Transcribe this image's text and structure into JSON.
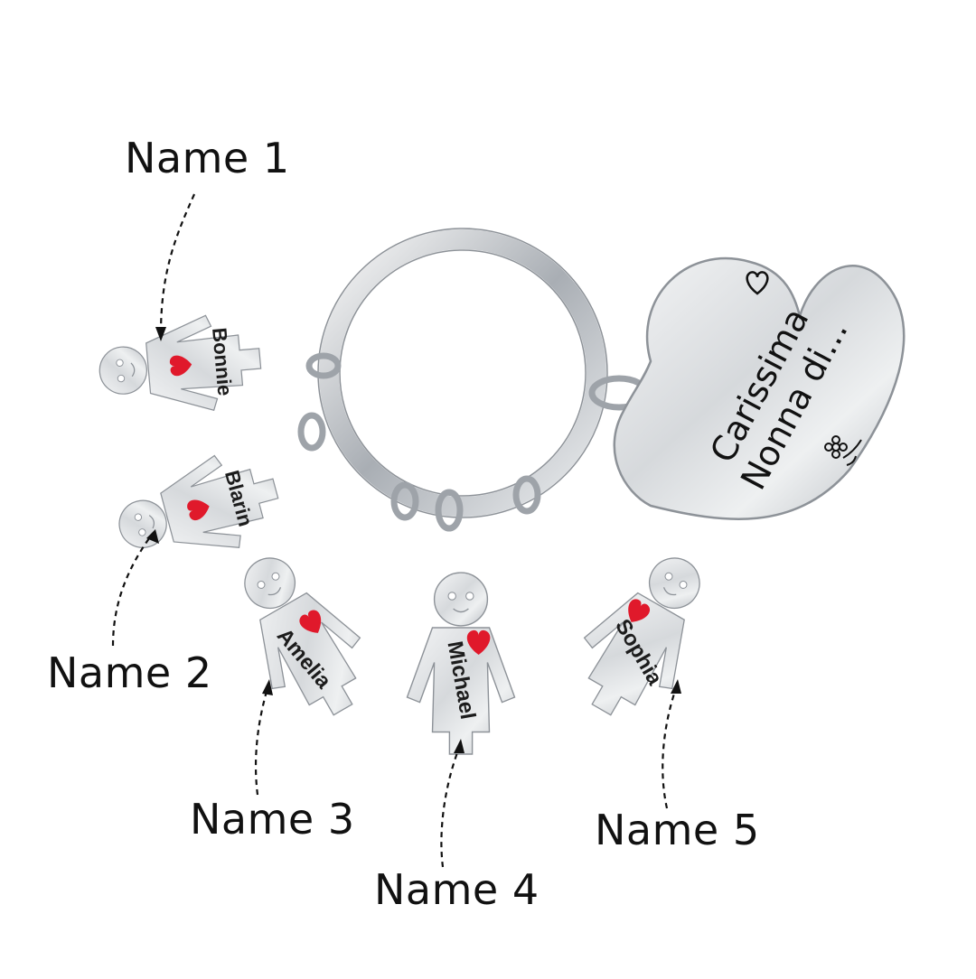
{
  "callouts": {
    "name1": "Name 1",
    "name2": "Name 2",
    "name3": "Name 3",
    "name4": "Name 4",
    "name5": "Name 5"
  },
  "charms": {
    "kid1": "Bonnie",
    "kid2": "Blarin",
    "kid3": "Amelia",
    "kid4": "Michael",
    "kid5": "Sophia"
  },
  "heart_tag": {
    "line1": "Carissima",
    "line2": "Nonna di..."
  },
  "colors": {
    "background": "#ffffff",
    "steel": "#d9dcdf",
    "steel_edge": "#8d9298",
    "heart_red": "#e0192b",
    "text": "#111111"
  }
}
